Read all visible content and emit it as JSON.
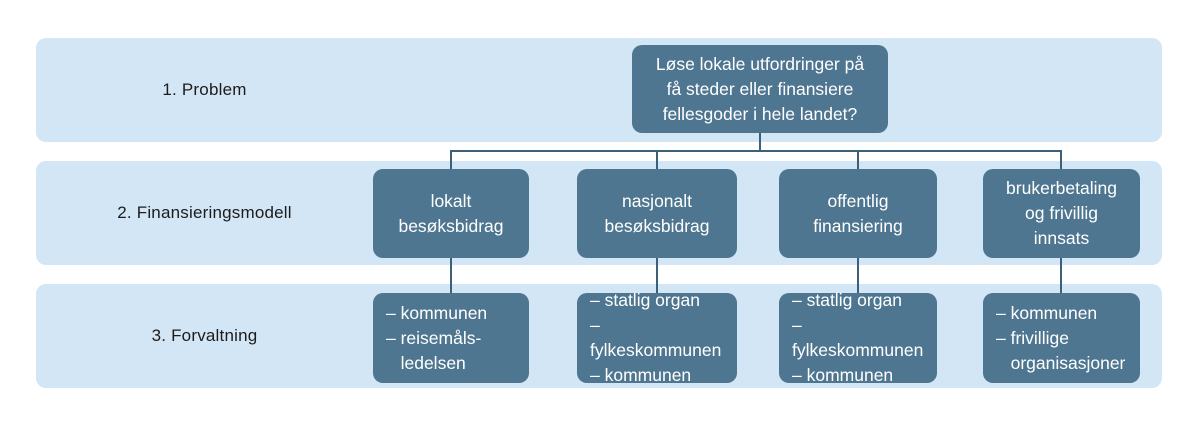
{
  "rows": [
    {
      "label": "1. Problem"
    },
    {
      "label": "2. Finansieringsmodell"
    },
    {
      "label": "3. Forvaltning"
    }
  ],
  "problem": {
    "text": "Løse lokale utfordringer på\nfå steder eller finansiere\nfellesgoder i hele landet?"
  },
  "columns": [
    {
      "model": "lokalt\nbesøksbidrag",
      "management": "– kommunen\n– reisemåls-\n   ledelsen"
    },
    {
      "model": "nasjonalt\nbesøksbidrag",
      "management": "– statlig organ\n– fylkeskommunen\n– kommunen"
    },
    {
      "model": "offentlig\nfinansiering",
      "management": "– statlig organ\n– fylkeskommunen\n– kommunen"
    },
    {
      "model": "brukerbetaling\nog frivillig\ninnsats",
      "management": "– kommunen\n– frivillige\n   organisasjoner"
    }
  ],
  "colors": {
    "band_background": "#d3e6f5",
    "box_background": "#4e7690",
    "connector_line": "#3c6078",
    "box_text": "#ffffff",
    "label_text": "#1c1c1c",
    "page_background": "#ffffff"
  }
}
